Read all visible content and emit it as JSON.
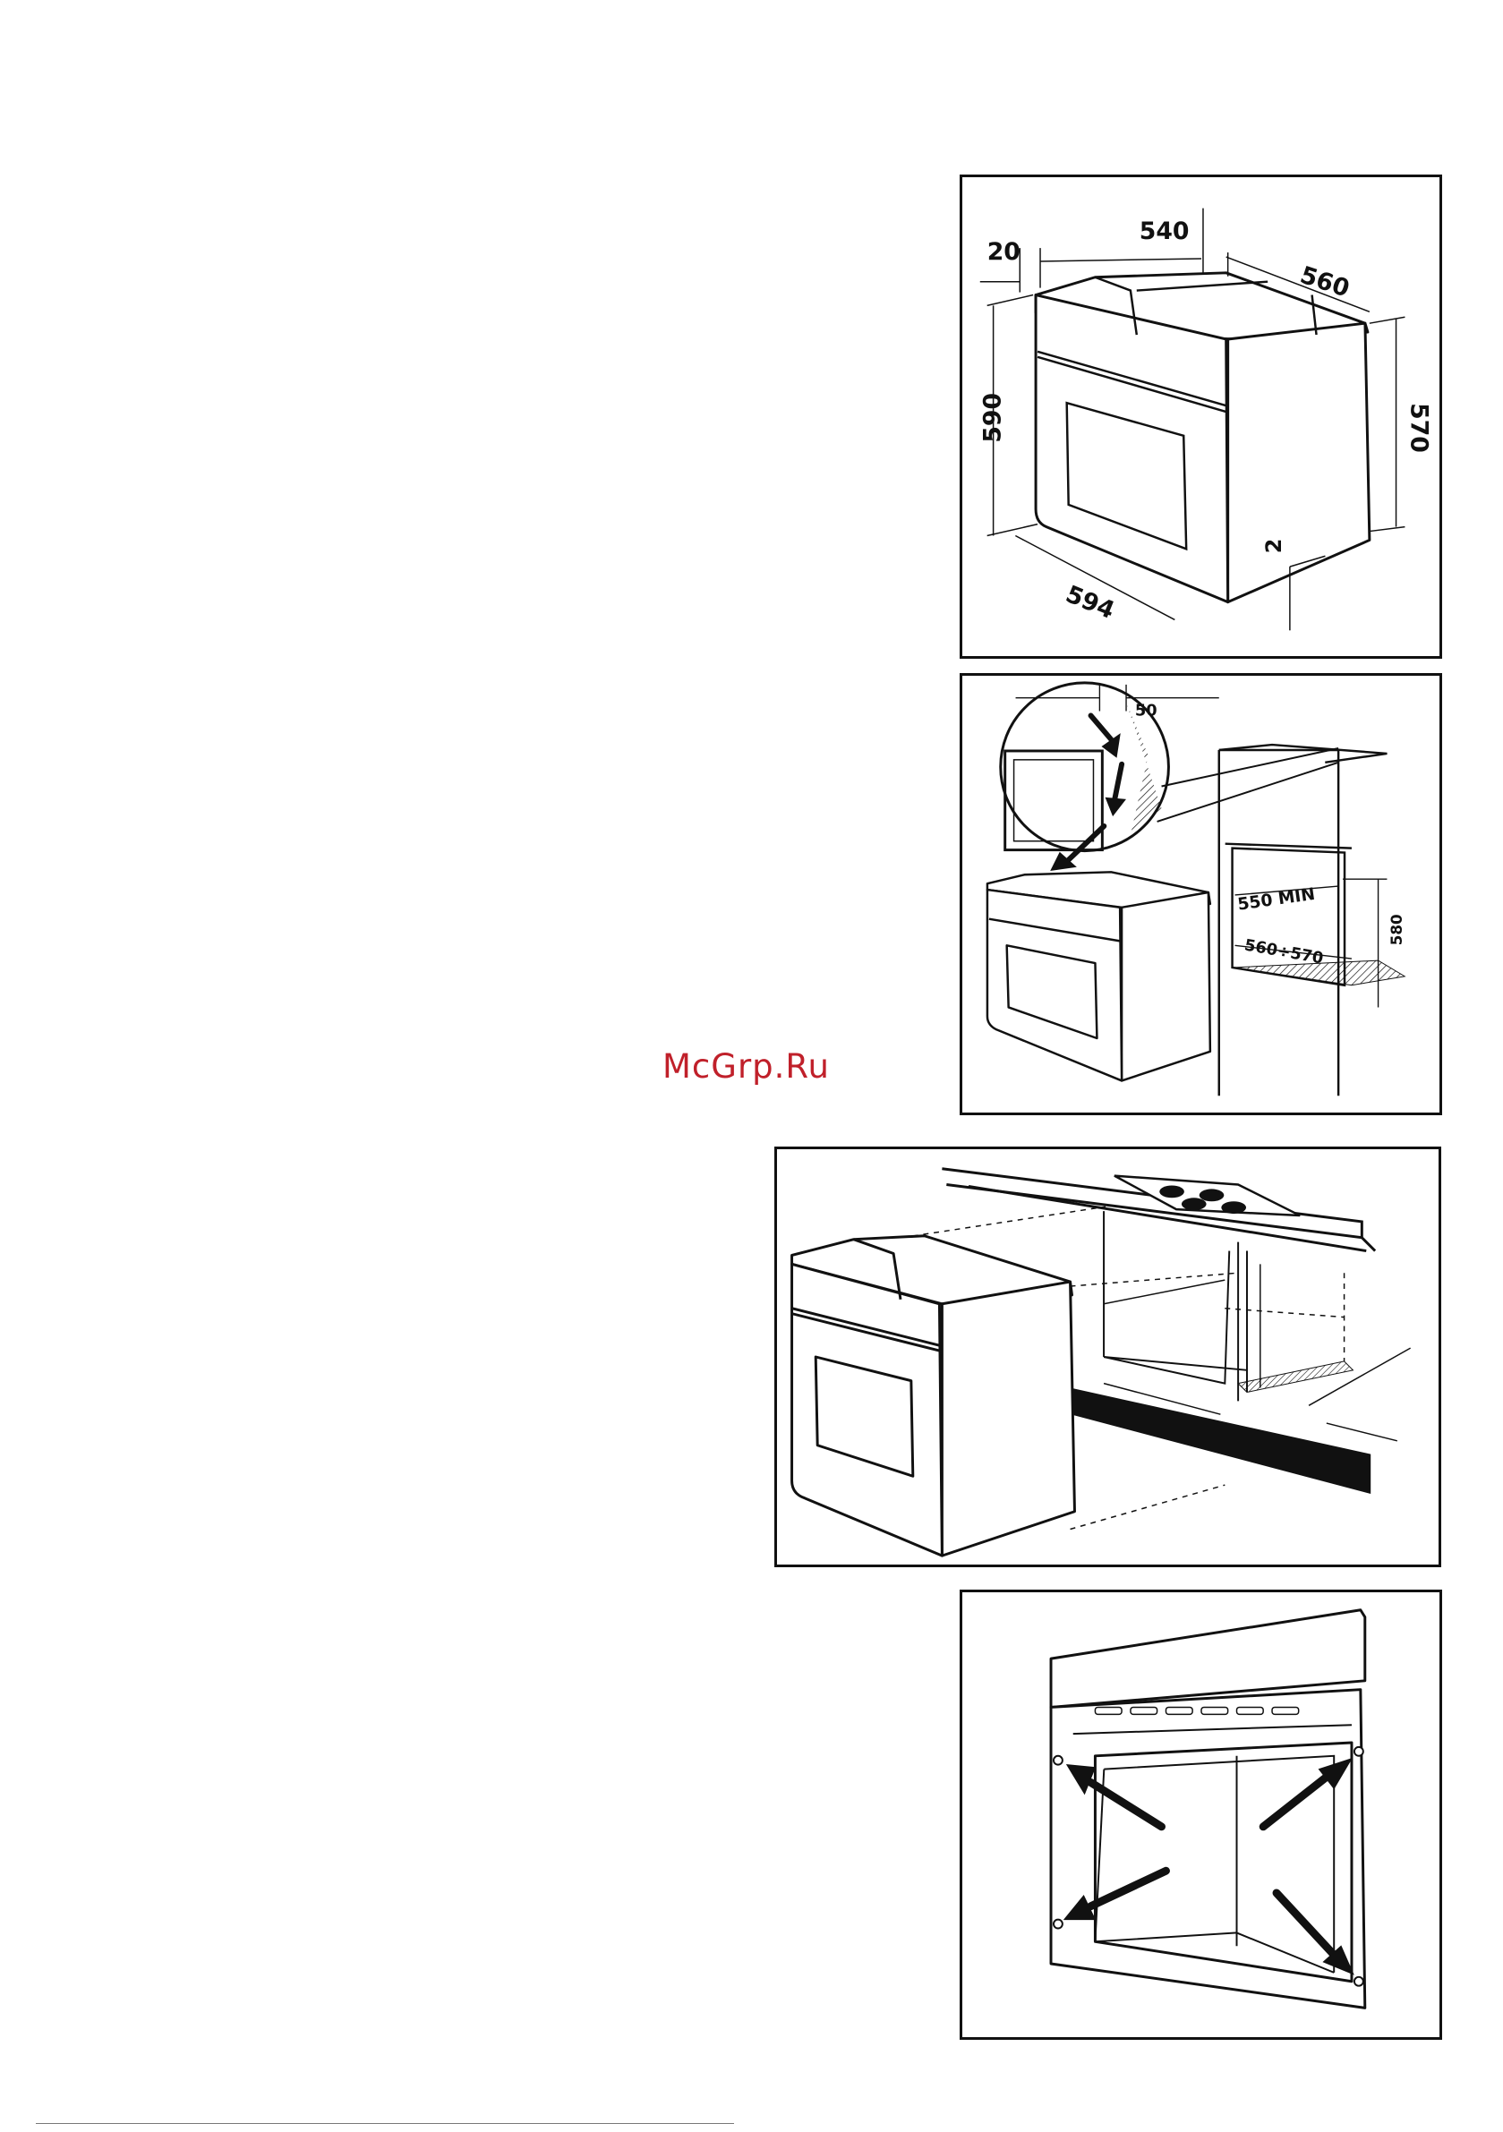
{
  "watermark": "McGrp.Ru",
  "figure1": {
    "dim_top_depth": "540",
    "dim_front_offset": "20",
    "dim_side_depth": "560",
    "dim_height_front": "590",
    "dim_height_back": "570",
    "dim_gap": "2",
    "dim_width": "594"
  },
  "figure2": {
    "dim_vent": "50",
    "dim_min_width": "550 MIN",
    "dim_height": "580",
    "dim_width_range": "560÷570"
  },
  "figure3": {},
  "figure4": {}
}
